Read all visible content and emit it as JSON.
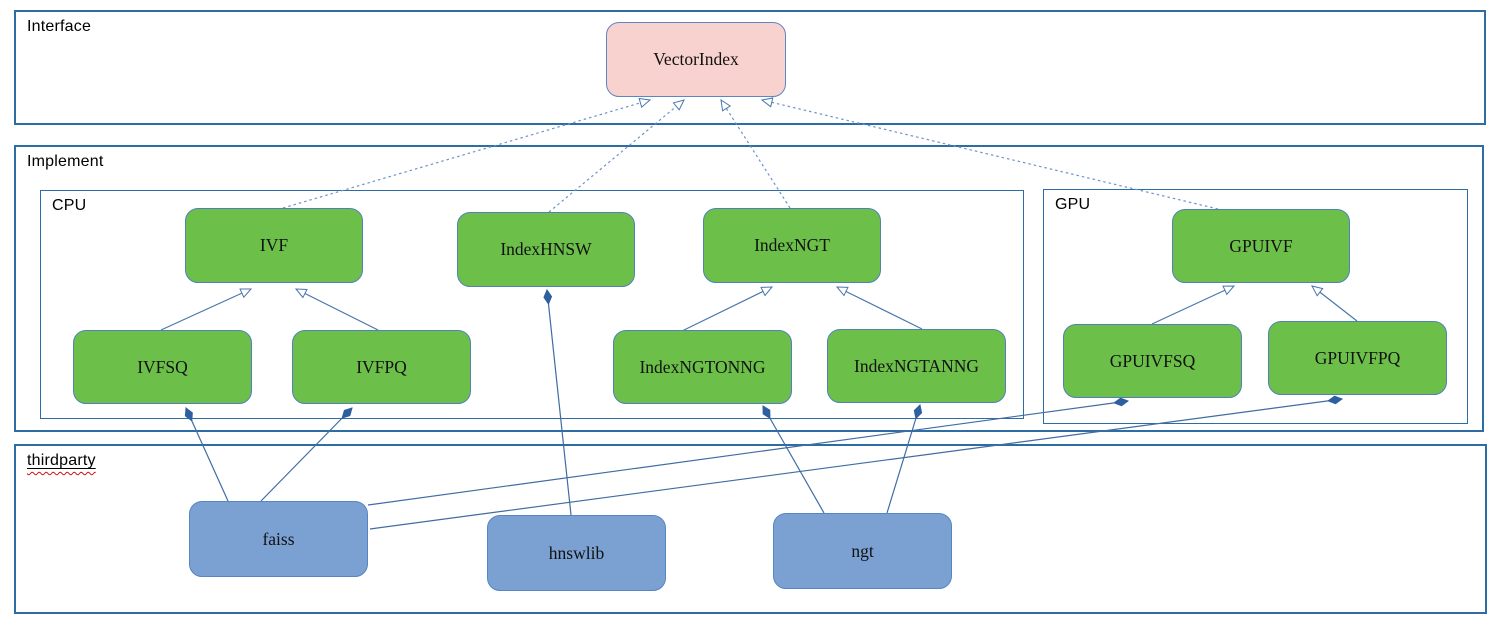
{
  "groups": {
    "interface": {
      "label": "Interface"
    },
    "implement": {
      "label": "Implement"
    },
    "cpu": {
      "label": "CPU"
    },
    "gpu": {
      "label": "GPU"
    },
    "thirdparty": {
      "label": "thirdparty"
    }
  },
  "nodes": {
    "vectorindex": {
      "label": "VectorIndex"
    },
    "ivf": {
      "label": "IVF"
    },
    "indexhnsw": {
      "label": "IndexHNSW"
    },
    "indexngt": {
      "label": "IndexNGT"
    },
    "gpuivf": {
      "label": "GPUIVF"
    },
    "ivfsq": {
      "label": "IVFSQ"
    },
    "ivfpq": {
      "label": "IVFPQ"
    },
    "indexngtonng": {
      "label": "IndexNGTONNG"
    },
    "indexngtanng": {
      "label": "IndexNGTANNG"
    },
    "gpuivfsq": {
      "label": "GPUIVFSQ"
    },
    "gpuivfpq": {
      "label": "GPUIVFPQ"
    },
    "faiss": {
      "label": "faiss"
    },
    "hnswlib": {
      "label": "hnswlib"
    },
    "ngt": {
      "label": "ngt"
    }
  },
  "colors": {
    "interface_fill": "#f8d2cf",
    "class_fill": "#6cc04a",
    "thirdparty_fill": "#7ba1d3",
    "container_border": "#2e6da4",
    "line_solid": "#4a76ad",
    "line_dashed": "#6b93c9",
    "diamond_fill": "#2e5f9e",
    "spellcheck_underline": "#cc1111"
  },
  "edges": [
    {
      "from": "IVF",
      "to": "VectorIndex",
      "type": "realization-dashed"
    },
    {
      "from": "IndexHNSW",
      "to": "VectorIndex",
      "type": "realization-dashed"
    },
    {
      "from": "IndexNGT",
      "to": "VectorIndex",
      "type": "realization-dashed"
    },
    {
      "from": "GPUIVF",
      "to": "VectorIndex",
      "type": "realization-dashed"
    },
    {
      "from": "IVFSQ",
      "to": "IVF",
      "type": "inheritance"
    },
    {
      "from": "IVFPQ",
      "to": "IVF",
      "type": "inheritance"
    },
    {
      "from": "IndexNGTONNG",
      "to": "IndexNGT",
      "type": "inheritance"
    },
    {
      "from": "IndexNGTANNG",
      "to": "IndexNGT",
      "type": "inheritance"
    },
    {
      "from": "GPUIVFSQ",
      "to": "GPUIVF",
      "type": "inheritance"
    },
    {
      "from": "GPUIVFPQ",
      "to": "GPUIVF",
      "type": "inheritance"
    },
    {
      "from": "IVFSQ",
      "to": "faiss",
      "type": "composition"
    },
    {
      "from": "IVFPQ",
      "to": "faiss",
      "type": "composition"
    },
    {
      "from": "GPUIVFSQ",
      "to": "faiss",
      "type": "composition"
    },
    {
      "from": "GPUIVFPQ",
      "to": "faiss",
      "type": "composition"
    },
    {
      "from": "IndexHNSW",
      "to": "hnswlib",
      "type": "composition"
    },
    {
      "from": "IndexNGTONNG",
      "to": "ngt",
      "type": "composition"
    },
    {
      "from": "IndexNGTANNG",
      "to": "ngt",
      "type": "composition"
    }
  ]
}
